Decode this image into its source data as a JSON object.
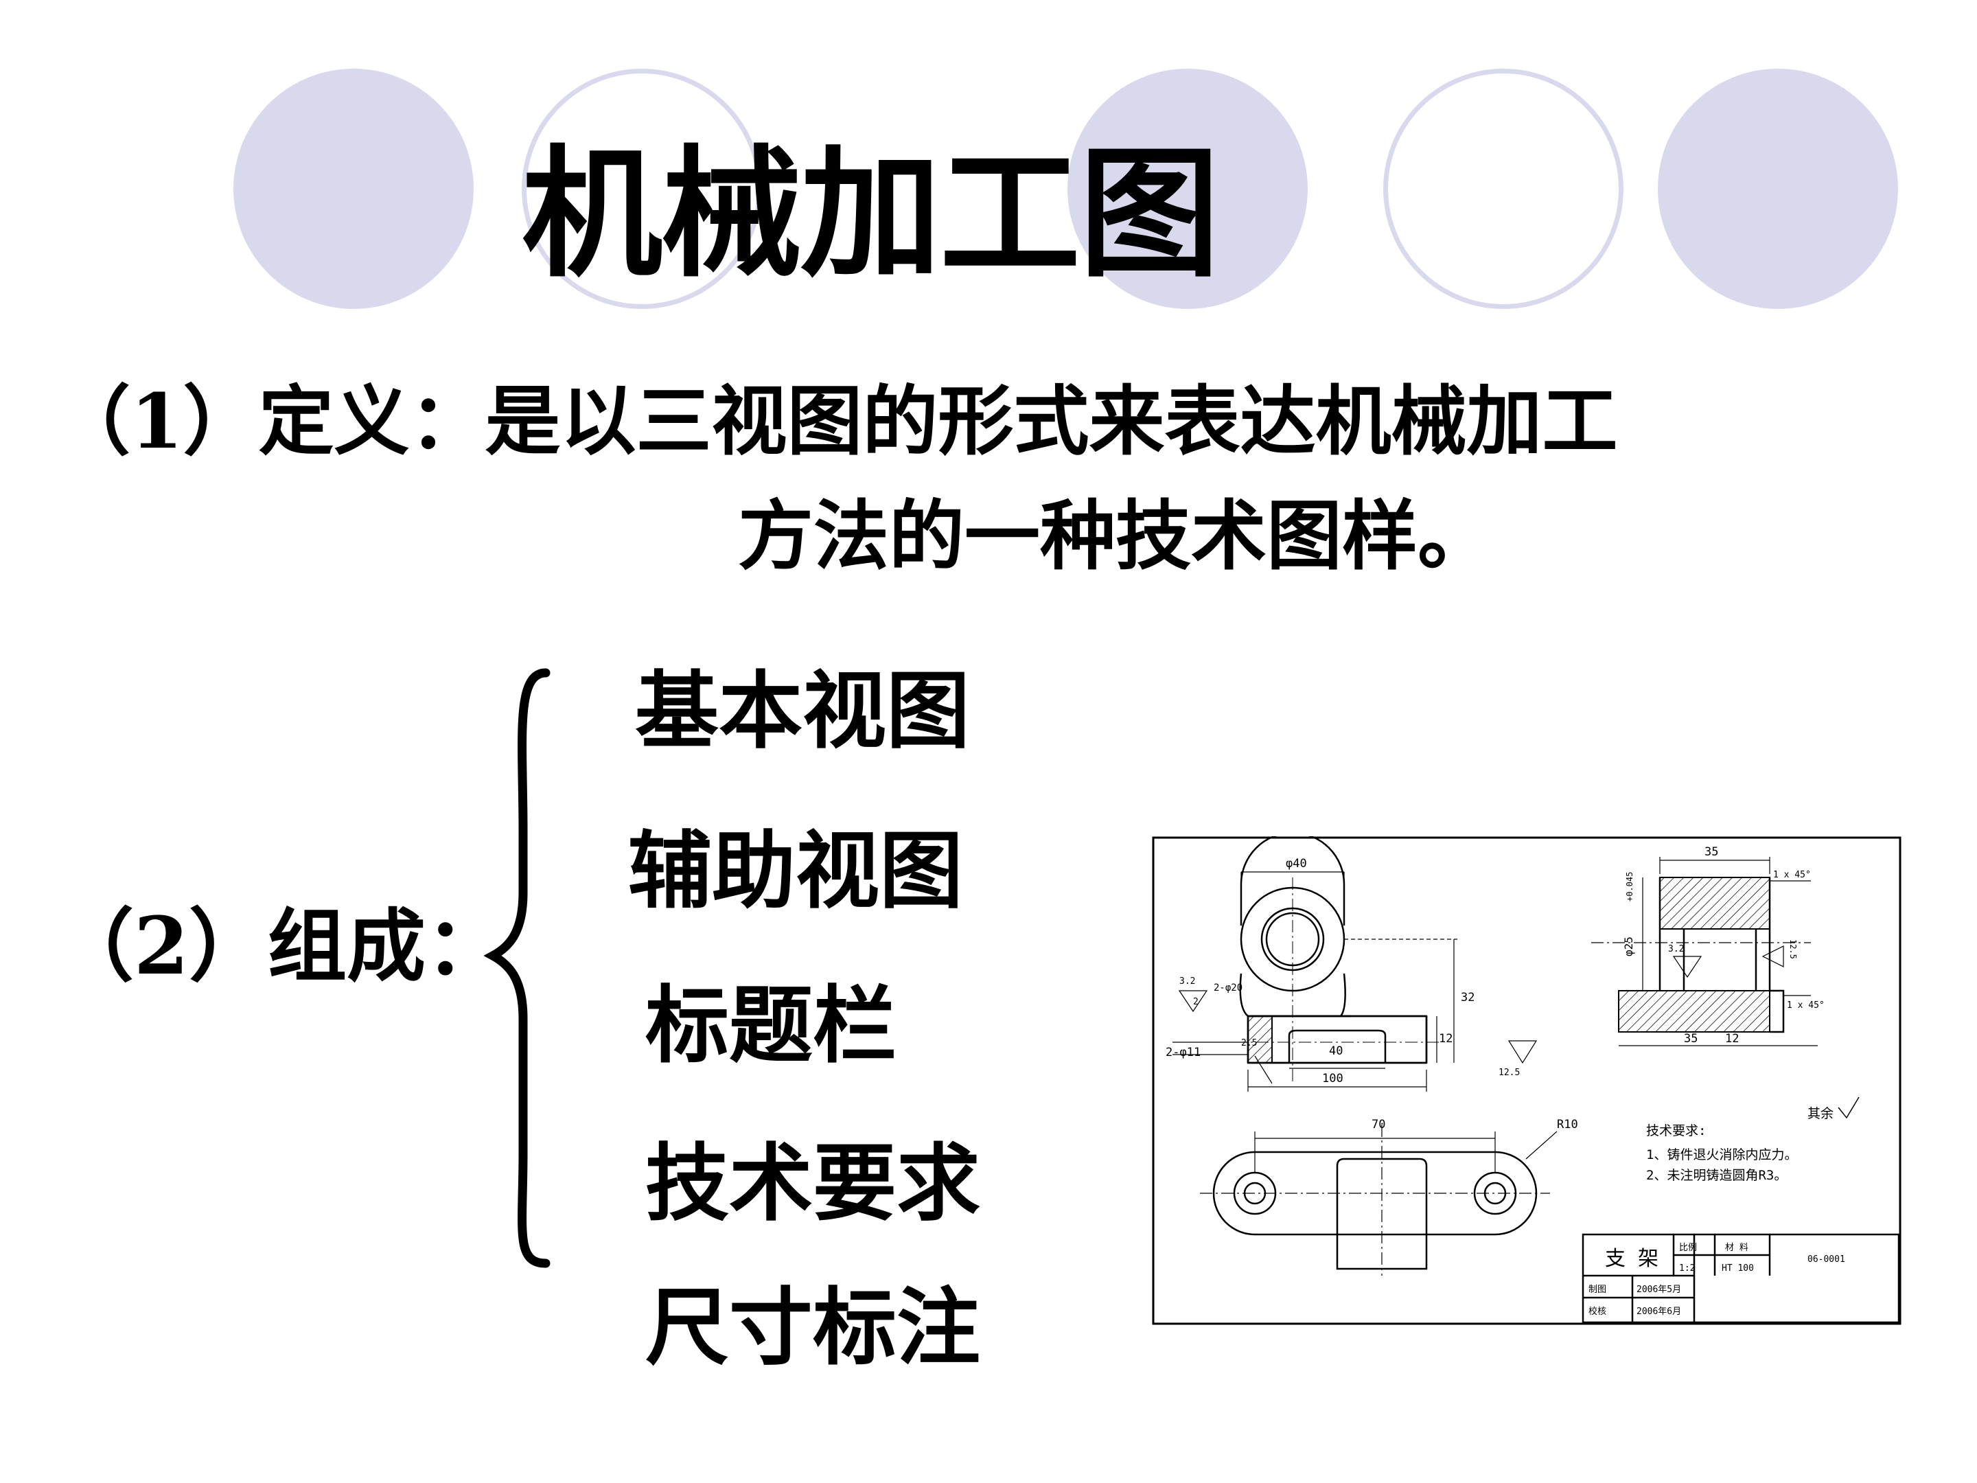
{
  "title": "机械加工图",
  "definition": {
    "line1": "（1）定义：是以三视图的形式来表达机械加工",
    "line2": "方法的一种技术图样。"
  },
  "composition": {
    "label": "（2）组成：",
    "items": [
      "基本视图",
      "辅助视图",
      "标题栏",
      "技术要求",
      "尺寸标注"
    ]
  },
  "drawing": {
    "front": {
      "dia40": "φ40",
      "holes": "2-φ20",
      "dia11": "2-φ11",
      "d2": "2",
      "d25": "2.5",
      "w40": "40",
      "w100": "100",
      "h12": "12",
      "h32": "32",
      "ra_left": "3.2",
      "ra_bottom": "12.5",
      "v1": "2.5"
    },
    "side": {
      "w35top": "35",
      "chamfer_top": "1 x 45°",
      "dia25": "φ25",
      "tol": "+0.045",
      "ra": "3.2",
      "ra_right": "12.5",
      "chamfer_bot": "1 x 45°",
      "w35bot": "35",
      "w12": "12"
    },
    "plan": {
      "w70": "70",
      "r10": "R10"
    },
    "roughness_rest": "其余",
    "tech_req": {
      "heading": "技术要求:",
      "item1": "1、铸件退火消除内应力。",
      "item2": "2、未注明铸造圆角R3。"
    },
    "title_block": {
      "name": "支 架",
      "scale_label": "比例",
      "scale": "1:2",
      "material_label": "材 料",
      "material": "HT 100",
      "code": "06-0001",
      "drawn_label": "制图",
      "drawn_date": "2006年5月",
      "checked_label": "校核",
      "checked_date": "2006年6月"
    }
  }
}
